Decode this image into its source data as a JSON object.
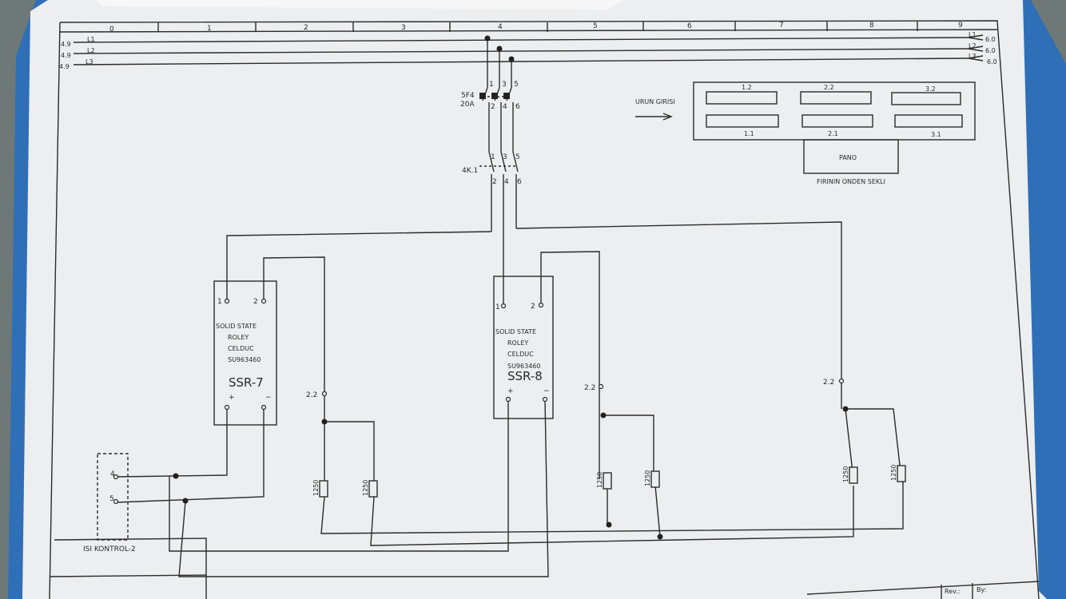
{
  "ruler": {
    "columns": [
      "0",
      "1",
      "2",
      "3",
      "4",
      "5",
      "6",
      "7",
      "8",
      "9"
    ]
  },
  "lines": {
    "left_refs": [
      "4.9",
      "4.9",
      "4.9"
    ],
    "names": [
      "L1",
      "L2",
      "L3"
    ],
    "right_refs": [
      "6.0",
      "6.0",
      "6.0"
    ]
  },
  "breaker": {
    "label": "5F4",
    "rating": "20A",
    "terminals_top": [
      "1",
      "3",
      "5"
    ],
    "terminals_bottom": [
      "2",
      "4",
      "6"
    ]
  },
  "contactor": {
    "label": "4K.1",
    "terminals_top": [
      "1",
      "3",
      "5"
    ],
    "terminals_bottom": [
      "2",
      "4",
      "6"
    ]
  },
  "front_view": {
    "arrow_label": "URUN GIRISI",
    "top_labels": [
      "1.2",
      "2.2",
      "3.2"
    ],
    "bottom_labels": [
      "1.1",
      "2.1",
      "3.1"
    ],
    "panel_label": "PANO",
    "caption": "FIRININ ONDEN SEKLI"
  },
  "ssr7": {
    "pin1": "1",
    "pin2": "2",
    "lines": [
      "SOLID STATE",
      "ROLEY",
      "CELDUC",
      "SU963460"
    ],
    "tag": "SSR-7",
    "plus": "+",
    "minus": "−"
  },
  "ssr8": {
    "pin1": "1",
    "pin2": "2",
    "lines": [
      "SOLID STATE",
      "ROLEY",
      "CELDUC",
      "SU963460"
    ],
    "tag": "SSR-8",
    "plus": "+",
    "minus": "−"
  },
  "refs": {
    "r1": "2.2",
    "r2": "2.2",
    "r3": "2.2"
  },
  "heaters": {
    "value": "1250"
  },
  "controller": {
    "pin4": "4",
    "pin5": "5",
    "label": "ISI KONTROL-2"
  },
  "title_block": {
    "rev": "Rev.:",
    "by": "By:"
  }
}
